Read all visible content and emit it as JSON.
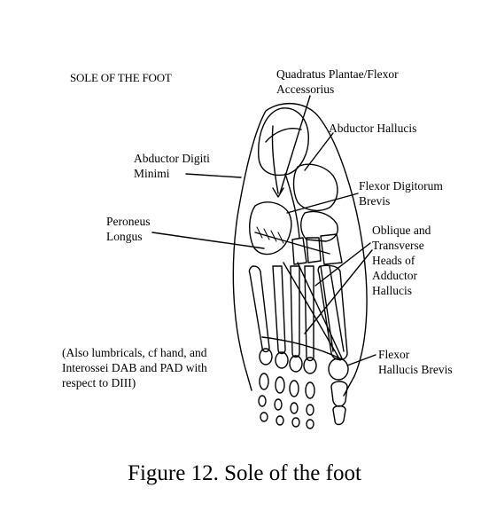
{
  "figure": {
    "heading": "SOLE OF THE FOOT",
    "caption": "Figure 12. Sole of the foot"
  },
  "labels": {
    "quadratus": [
      "Quadratus Plantae/Flexor",
      "Accessorius"
    ],
    "abductor_hallucis": [
      "Abductor Hallucis"
    ],
    "abductor_digiti": [
      "Abductor Digiti",
      "Minimi"
    ],
    "flexor_digitorum": [
      "Flexor Digitorum",
      "Brevis"
    ],
    "peroneus": [
      "Peroneus",
      "Longus"
    ],
    "adductor": [
      "Oblique and",
      "Transverse",
      "Heads of",
      "Adductor",
      "Hallucis"
    ],
    "note": [
      "(Also lumbricals, cf hand, and",
      "Interossei DAB and PAD with",
      "respect to DIII)"
    ],
    "flexor_hallucis": [
      "Flexor",
      "Hallucis Brevis"
    ]
  }
}
